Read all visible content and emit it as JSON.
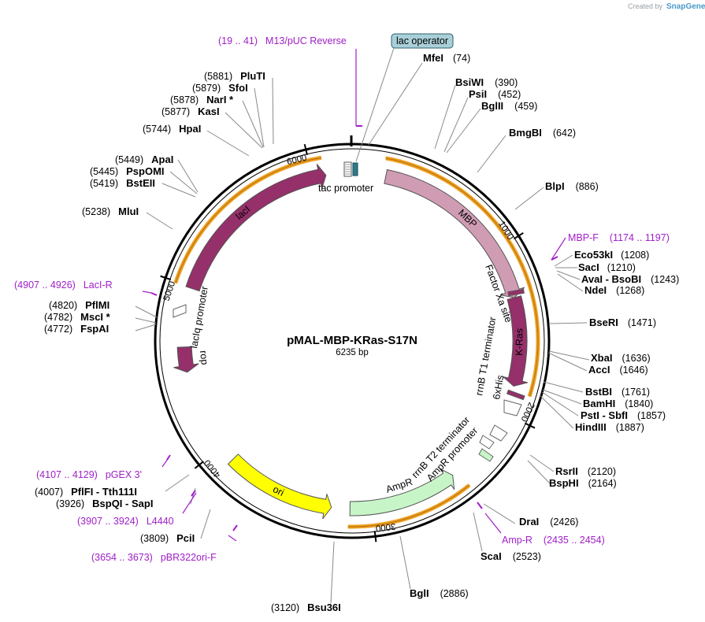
{
  "watermark": {
    "created_by": "Created by",
    "brand": "SnapGene"
  },
  "plasmid": {
    "name": "pMAL-MBP-KRas-S17N",
    "size": "6235 bp",
    "length": 6235
  },
  "colors": {
    "backbone": "#000000",
    "orange": "#f0a020",
    "purple": "#a020c8",
    "lacI": "#95306a",
    "mbp": "#d09cb4",
    "kras": "#95306a",
    "ampr": "#c8f5c8",
    "ori": "#ffff00",
    "operator": "#a9cfd8"
  },
  "ticks": [
    {
      "pos": 1000,
      "label": "1000"
    },
    {
      "pos": 2000,
      "label": "2000"
    },
    {
      "pos": 3000,
      "label": "3000"
    },
    {
      "pos": 4000,
      "label": "4000"
    },
    {
      "pos": 5000,
      "label": "5000"
    },
    {
      "pos": 6000,
      "label": "6000"
    }
  ],
  "features": [
    {
      "name": "lacI",
      "start": 4990,
      "end": 6080,
      "dir": "fwd",
      "color": "#95306a",
      "label_inside": true
    },
    {
      "name": "MBP",
      "start": 200,
      "end": 1300,
      "dir": "fwd",
      "color": "#d09cb4",
      "label_inside": true
    },
    {
      "name": "K-Ras",
      "start": 1300,
      "end": 1830,
      "dir": "fwd",
      "color": "#95306a",
      "label_inside": true
    },
    {
      "name": "rop",
      "start": 4490,
      "end": 4640,
      "dir": "rev",
      "color": "#95306a",
      "label_inside": false
    },
    {
      "name": "ori",
      "start": 3240,
      "end": 3900,
      "dir": "rev",
      "color": "#ffff00",
      "label_inside": true
    },
    {
      "name": "AmpR",
      "start": 2480,
      "end": 3130,
      "dir": "rev",
      "color": "#c8f5c8",
      "label_inside": false
    }
  ],
  "feature_labels": {
    "tac_promoter": "tac promoter",
    "factor_xa": "Factor Xa site",
    "rrnb_t1": "rrnB T1 terminator",
    "his6": "6xHis",
    "rrnb_t2": "rrnB T2 terminator",
    "ampr_promoter": "AmpR promoter",
    "laciq_promoter": "lacIq promoter",
    "lac_operator": "lac operator"
  },
  "enzymes": [
    {
      "name": "MfeI",
      "pos": "(74)",
      "side": "right"
    },
    {
      "name": "BsiWI",
      "pos": "(390)",
      "side": "right"
    },
    {
      "name": "PsiI",
      "pos": "(452)",
      "side": "right"
    },
    {
      "name": "BglII",
      "pos": "(459)",
      "side": "right"
    },
    {
      "name": "BmgBI",
      "pos": "(642)",
      "side": "right"
    },
    {
      "name": "BlpI",
      "pos": "(886)",
      "side": "right"
    },
    {
      "name": "Eco53kI",
      "pos": "(1208)",
      "side": "right"
    },
    {
      "name": "SacI",
      "pos": "(1210)",
      "side": "right"
    },
    {
      "name": "AvaI - BsoBI",
      "pos": "(1243)",
      "side": "right"
    },
    {
      "name": "NdeI",
      "pos": "(1268)",
      "side": "right"
    },
    {
      "name": "BseRI",
      "pos": "(1471)",
      "side": "right"
    },
    {
      "name": "XbaI",
      "pos": "(1636)",
      "side": "right"
    },
    {
      "name": "AccI",
      "pos": "(1646)",
      "side": "right"
    },
    {
      "name": "BstBI",
      "pos": "(1761)",
      "side": "right"
    },
    {
      "name": "BamHI",
      "pos": "(1840)",
      "side": "right"
    },
    {
      "name": "PstI - SbfI",
      "pos": "(1857)",
      "side": "right"
    },
    {
      "name": "HindIII",
      "pos": "(1887)",
      "side": "right"
    },
    {
      "name": "RsrII",
      "pos": "(2120)",
      "side": "right"
    },
    {
      "name": "BspHI",
      "pos": "(2164)",
      "side": "right"
    },
    {
      "name": "DraI",
      "pos": "(2426)",
      "side": "right"
    },
    {
      "name": "ScaI",
      "pos": "(2523)",
      "side": "right"
    },
    {
      "name": "BglI",
      "pos": "(2886)",
      "side": "right"
    },
    {
      "name": "Bsu36I",
      "pos": "(3120)",
      "side": "left"
    },
    {
      "name": "PciI",
      "pos": "(3809)",
      "side": "left"
    },
    {
      "name": "BspQI - SapI",
      "pos": "(3926)",
      "side": "left"
    },
    {
      "name": "PflFI - Tth111I",
      "pos": "(4007)",
      "side": "left"
    },
    {
      "name": "FspAI",
      "pos": "(4772)",
      "side": "left"
    },
    {
      "name": "MscI *",
      "pos": "(4782)",
      "side": "left"
    },
    {
      "name": "PflMI",
      "pos": "(4820)",
      "side": "left"
    },
    {
      "name": "MluI",
      "pos": "(5238)",
      "side": "left"
    },
    {
      "name": "BstEII",
      "pos": "(5419)",
      "side": "left"
    },
    {
      "name": "PspOMI",
      "pos": "(5445)",
      "side": "left"
    },
    {
      "name": "ApaI",
      "pos": "(5449)",
      "side": "left"
    },
    {
      "name": "HpaI",
      "pos": "(5744)",
      "side": "left"
    },
    {
      "name": "KasI",
      "pos": "(5877)",
      "side": "left"
    },
    {
      "name": "NarI *",
      "pos": "(5878)",
      "side": "left"
    },
    {
      "name": "SfoI",
      "pos": "(5879)",
      "side": "left"
    },
    {
      "name": "PluTI",
      "pos": "(5881)",
      "side": "left"
    }
  ],
  "primers": [
    {
      "name": "M13/pUC Reverse",
      "range": "(19 .. 41)"
    },
    {
      "name": "MBP-F",
      "range": "(1174 .. 1197)"
    },
    {
      "name": "Amp-R",
      "range": "(2435 .. 2454)"
    },
    {
      "name": "pBR322ori-F",
      "range": "(3654 .. 3673)"
    },
    {
      "name": "L4440",
      "range": "(3907 .. 3924)"
    },
    {
      "name": "pGEX 3'",
      "range": "(4107 .. 4129)"
    },
    {
      "name": "LacI-R",
      "range": "(4907 .. 4926)"
    }
  ]
}
